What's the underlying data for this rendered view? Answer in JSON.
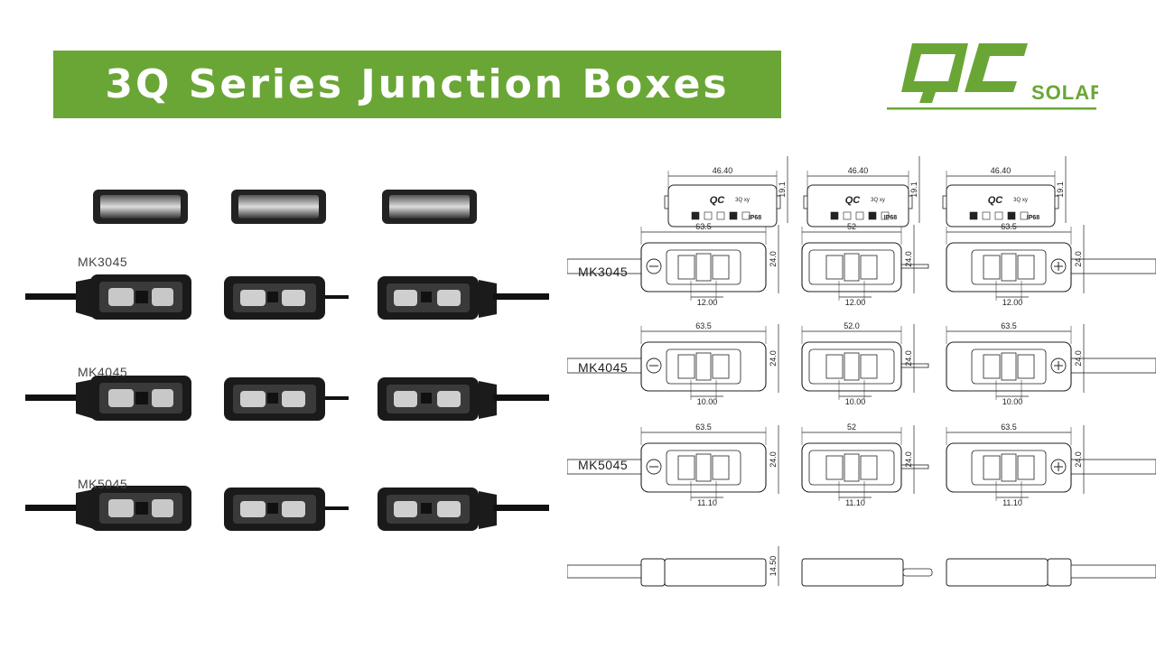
{
  "title": "3Q Series Junction Boxes",
  "logo": {
    "letters": "QC",
    "word": "SOLAR",
    "color": "#6aa636"
  },
  "models": [
    "MK3045",
    "MK4045",
    "MK5045"
  ],
  "drawing": {
    "cover_width": "46.40",
    "cover_height": "19.1",
    "cover_marking": "3Q xy",
    "cover_rating": "IP68",
    "height_all": "24.0",
    "profile_height": "14.50",
    "rows": [
      {
        "widths": [
          "63.5",
          "52",
          "63.5"
        ],
        "spacing": "12.00"
      },
      {
        "widths": [
          "63.5",
          "52.0",
          "63.5"
        ],
        "spacing": "10.00"
      },
      {
        "widths": [
          "63.5",
          "52",
          "63.5"
        ],
        "spacing": "11.10"
      }
    ]
  }
}
